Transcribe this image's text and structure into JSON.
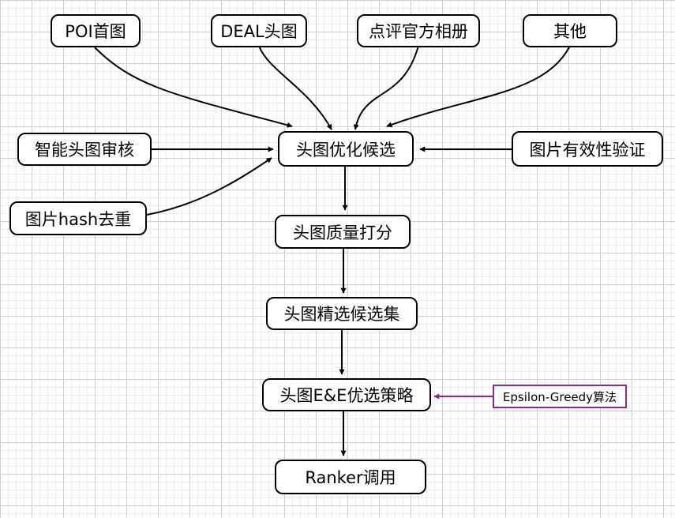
{
  "diagram": {
    "nodes": {
      "poi": "POI首图",
      "deal": "DEAL头图",
      "dianping": "点评官方相册",
      "other": "其他",
      "audit": "智能头图审核",
      "candidate": "头图优化候选",
      "validity": "图片有效性验证",
      "dedup": "图片hash去重",
      "scoring": "头图质量打分",
      "selected_set": "头图精选候选集",
      "ee_strategy": "头图E&E优选策略",
      "ranker": "Ranker调用"
    },
    "note": "Epsilon-Greedy算法",
    "edges": [
      [
        "poi",
        "candidate"
      ],
      [
        "deal",
        "candidate"
      ],
      [
        "dianping",
        "candidate"
      ],
      [
        "other",
        "candidate"
      ],
      [
        "audit",
        "candidate"
      ],
      [
        "validity",
        "candidate"
      ],
      [
        "dedup",
        "candidate"
      ],
      [
        "candidate",
        "scoring"
      ],
      [
        "scoring",
        "selected_set"
      ],
      [
        "selected_set",
        "ee_strategy"
      ],
      [
        "note",
        "ee_strategy"
      ],
      [
        "ee_strategy",
        "ranker"
      ]
    ],
    "colors": {
      "line": "#000000",
      "note_accent": "#8b2a8b"
    }
  }
}
